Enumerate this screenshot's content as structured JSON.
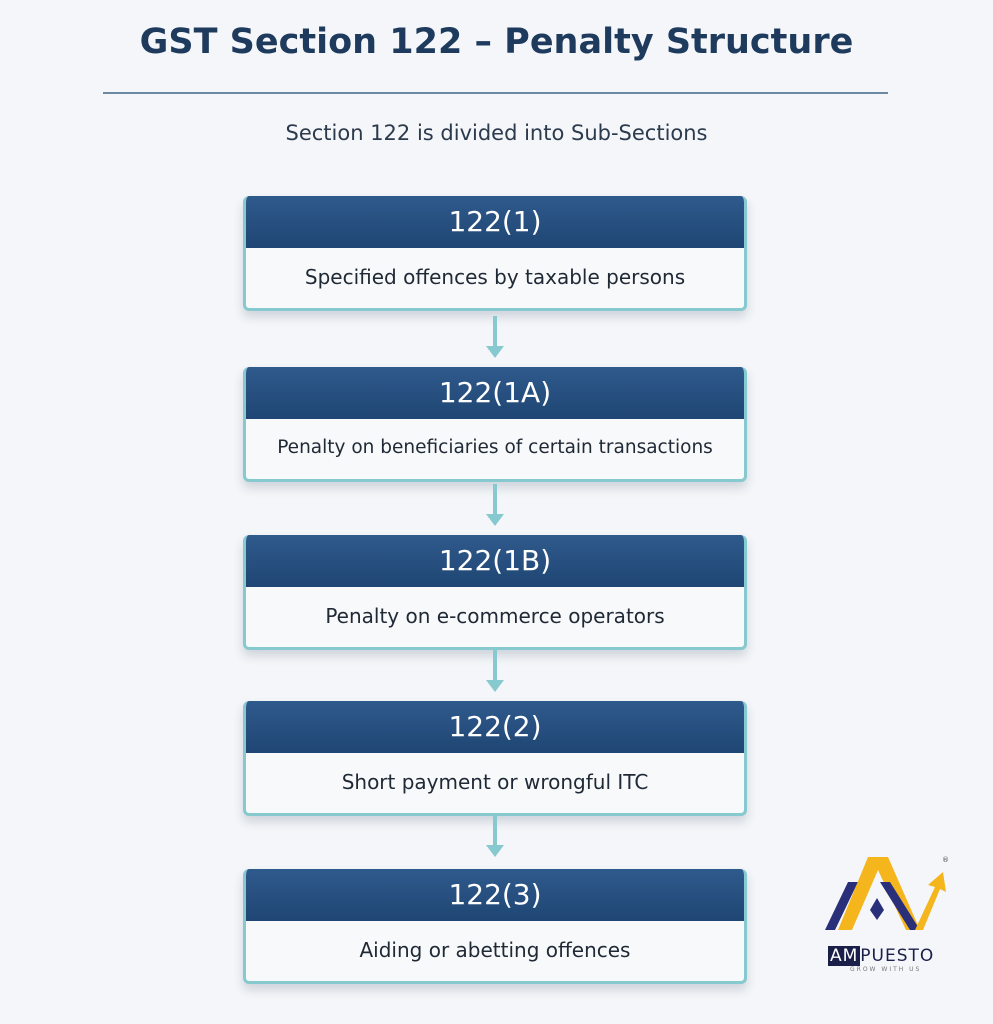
{
  "title": "GST Section 122 – Penalty Structure",
  "subtitle": "Section 122 is divided into Sub-Sections",
  "sections": [
    {
      "code": "122(1)",
      "description": "Specified offences by taxable persons"
    },
    {
      "code": "122(1A)",
      "description": "Penalty on beneficiaries of certain transactions"
    },
    {
      "code": "122(1B)",
      "description": "Penalty on e-commerce operators"
    },
    {
      "code": "122(2)",
      "description": "Short payment or wrongful ITC"
    },
    {
      "code": "122(3)",
      "description": "Aiding or abetting offences"
    }
  ],
  "logo": {
    "brand_prefix": "AM",
    "brand_suffix": "PUESTO",
    "tagline": "GROW WITH US",
    "registered": "®"
  },
  "colors": {
    "header": "#1f4674",
    "connector": "#86c9cf",
    "title": "#1e3a5c"
  }
}
